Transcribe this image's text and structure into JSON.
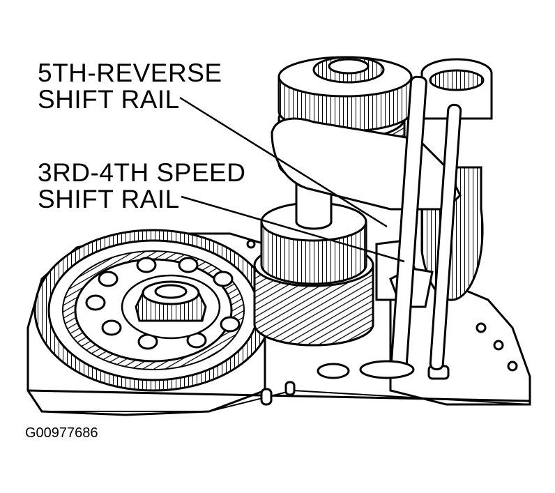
{
  "callouts": [
    {
      "line1": "5TH-REVERSE",
      "line2": "SHIFT RAIL"
    },
    {
      "line1": "3RD-4TH SPEED",
      "line2": "SHIFT RAIL"
    }
  ],
  "figure_id": "G00977686",
  "colors": {
    "ink": "#000000",
    "paper": "#ffffff"
  },
  "icons": [
    "transaxle-case-outline",
    "differential-ring-gear",
    "differential-bearing",
    "mainshaft-gear-cluster",
    "shift-rail-pair",
    "shift-fork"
  ]
}
